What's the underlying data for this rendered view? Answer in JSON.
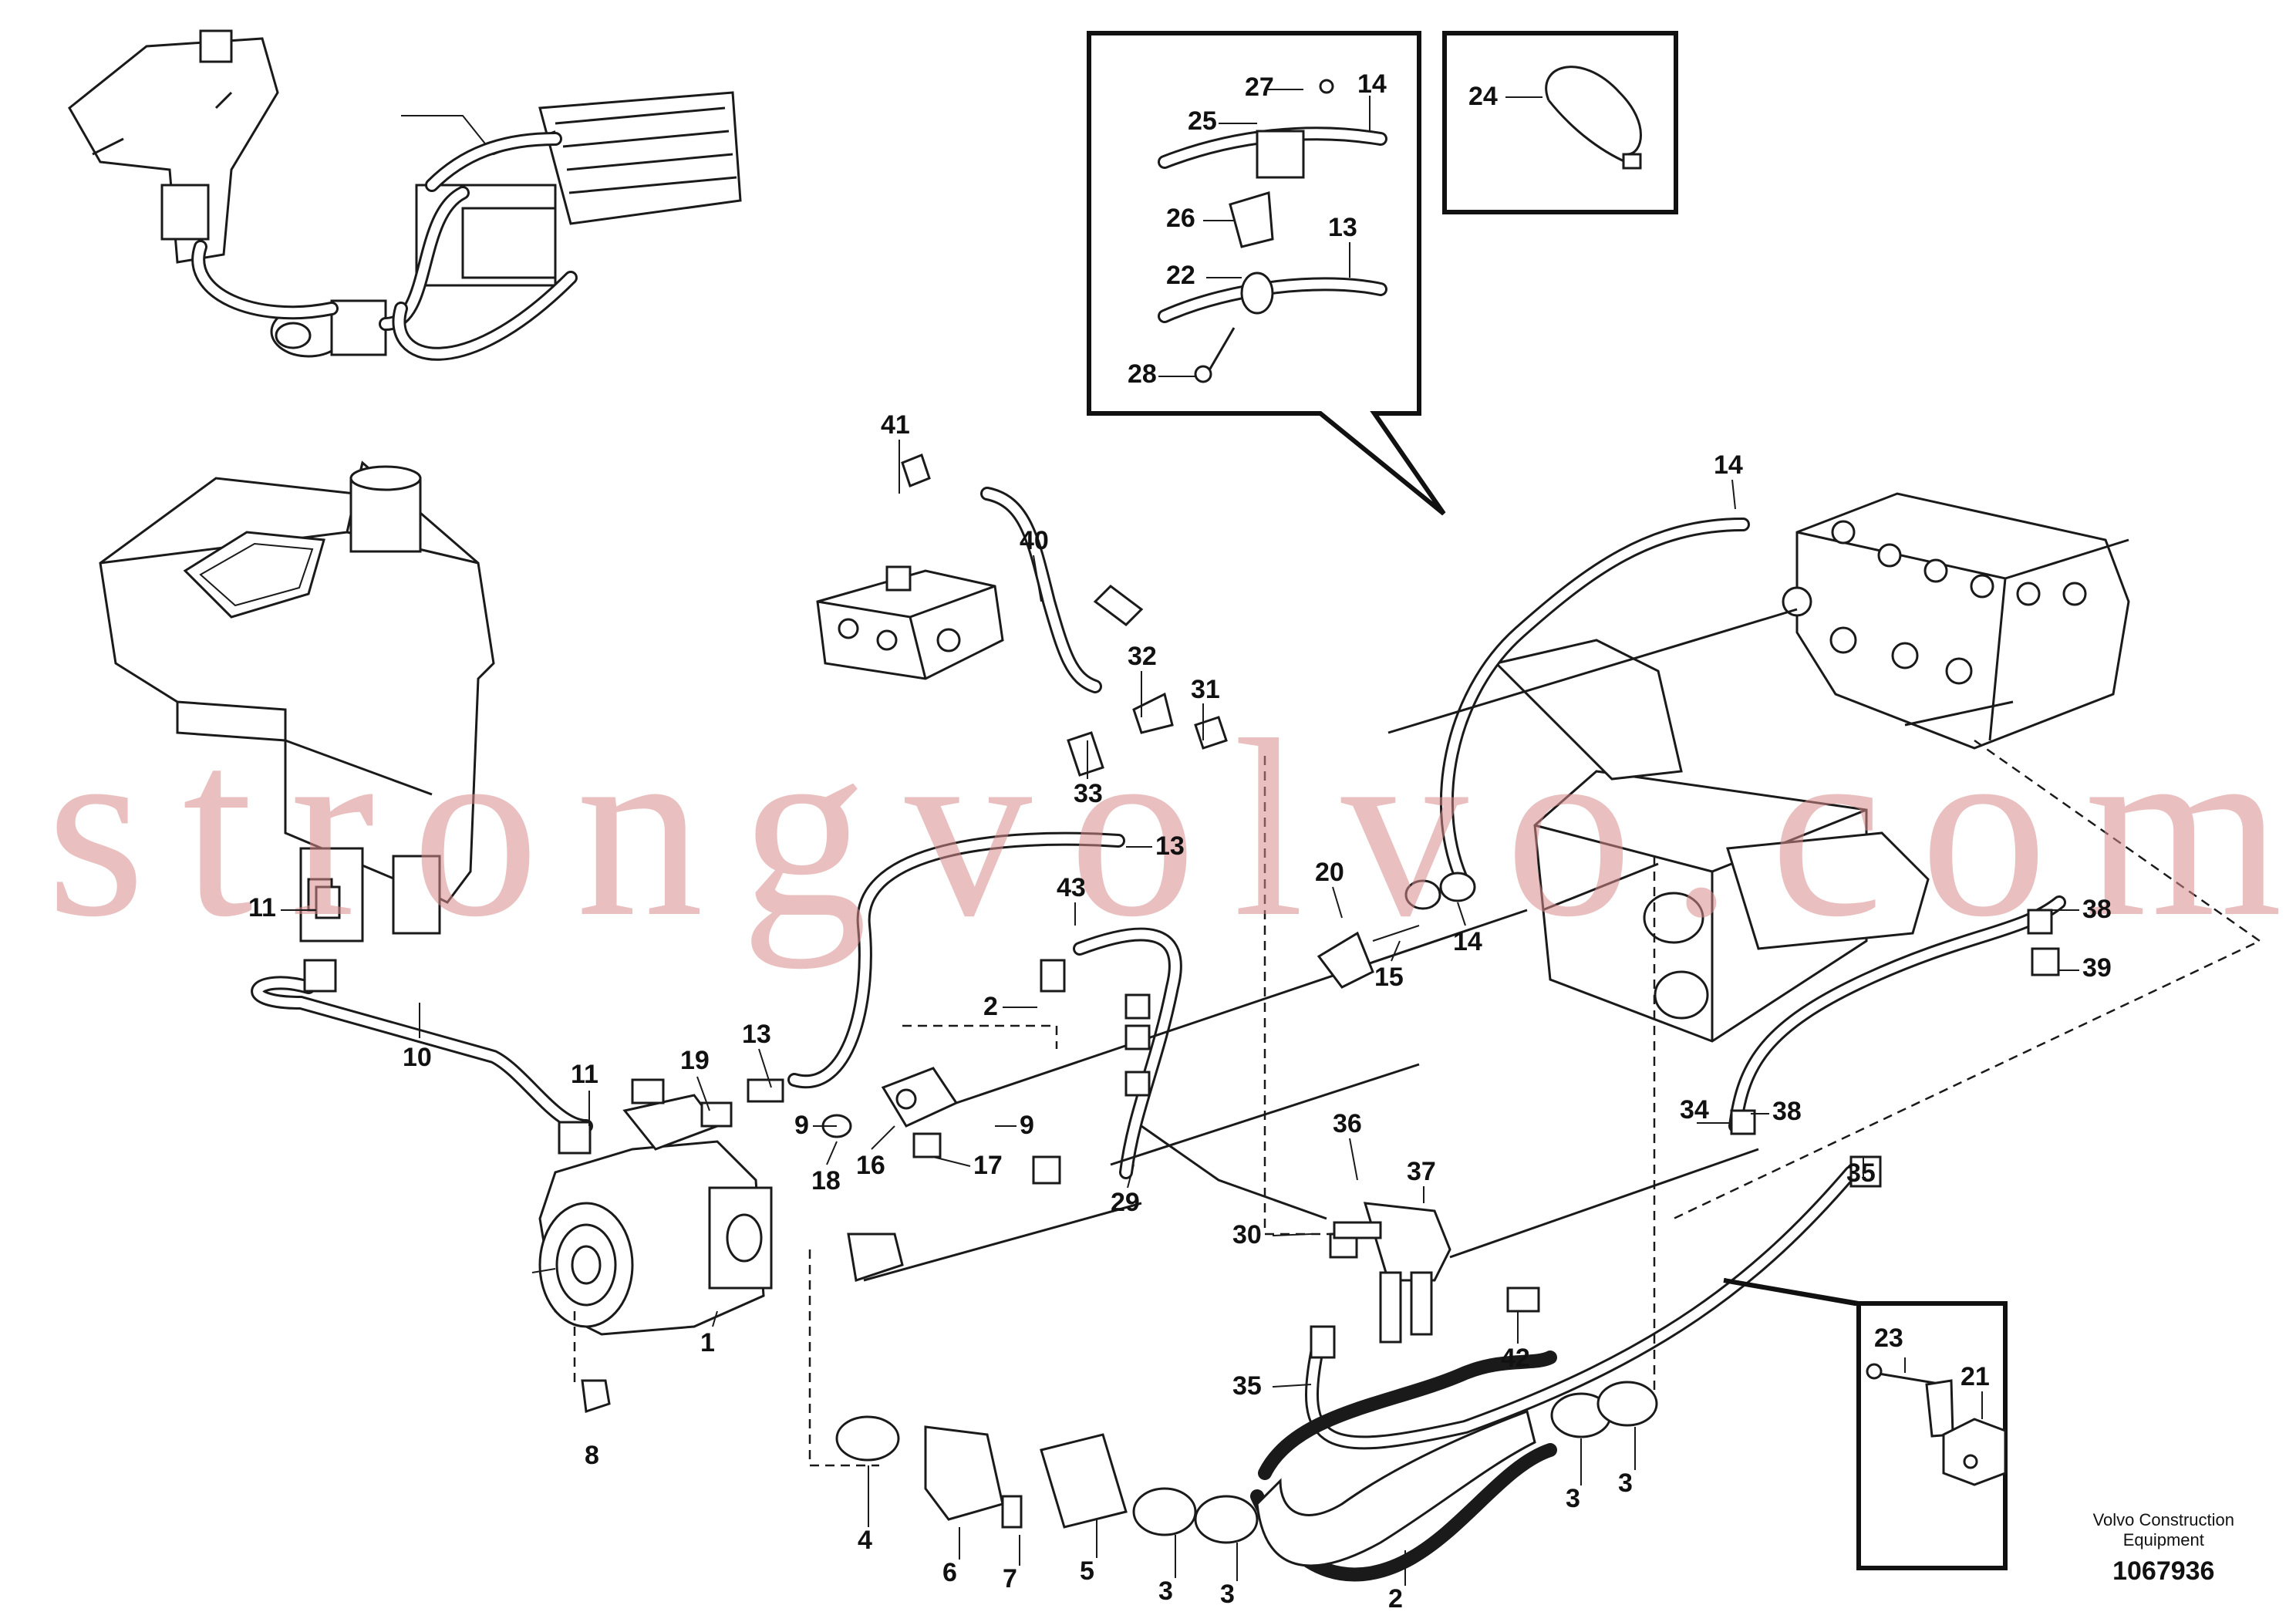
{
  "figure": {
    "credit_line1": "Volvo Construction",
    "credit_line2": "Equipment",
    "figure_number": "1067936",
    "watermark": "strongvolvo.com"
  },
  "callouts": [
    {
      "id": "c41",
      "label": "41"
    },
    {
      "id": "c40",
      "label": "40"
    },
    {
      "id": "c32",
      "label": "32"
    },
    {
      "id": "c31",
      "label": "31"
    },
    {
      "id": "c33",
      "label": "33"
    },
    {
      "id": "c13a",
      "label": "13"
    },
    {
      "id": "c43",
      "label": "43"
    },
    {
      "id": "c11a",
      "label": "11"
    },
    {
      "id": "c10",
      "label": "10"
    },
    {
      "id": "c11b",
      "label": "11"
    },
    {
      "id": "c19",
      "label": "19"
    },
    {
      "id": "c13b",
      "label": "13"
    },
    {
      "id": "c2a",
      "label": "2"
    },
    {
      "id": "c9a",
      "label": "9"
    },
    {
      "id": "c9b",
      "label": "9"
    },
    {
      "id": "c18",
      "label": "18"
    },
    {
      "id": "c16",
      "label": "16"
    },
    {
      "id": "c17",
      "label": "17"
    },
    {
      "id": "c1",
      "label": "1"
    },
    {
      "id": "c8",
      "label": "8"
    },
    {
      "id": "c29",
      "label": "29"
    },
    {
      "id": "c20",
      "label": "20"
    },
    {
      "id": "c15",
      "label": "15"
    },
    {
      "id": "c14a",
      "label": "14"
    },
    {
      "id": "c14b",
      "label": "14"
    },
    {
      "id": "c36",
      "label": "36"
    },
    {
      "id": "c37",
      "label": "37"
    },
    {
      "id": "c30",
      "label": "30"
    },
    {
      "id": "c35a",
      "label": "35"
    },
    {
      "id": "c42",
      "label": "42"
    },
    {
      "id": "c34",
      "label": "34"
    },
    {
      "id": "c38a",
      "label": "38"
    },
    {
      "id": "c35b",
      "label": "35"
    },
    {
      "id": "c38b",
      "label": "38"
    },
    {
      "id": "c39",
      "label": "39"
    },
    {
      "id": "c4",
      "label": "4"
    },
    {
      "id": "c6",
      "label": "6"
    },
    {
      "id": "c7",
      "label": "7"
    },
    {
      "id": "c5",
      "label": "5"
    },
    {
      "id": "c3a",
      "label": "3"
    },
    {
      "id": "c3b",
      "label": "3"
    },
    {
      "id": "c2b",
      "label": "2"
    },
    {
      "id": "c3c",
      "label": "3"
    },
    {
      "id": "c3d",
      "label": "3"
    },
    {
      "id": "c27",
      "label": "27"
    },
    {
      "id": "c14c",
      "label": "14"
    },
    {
      "id": "c25",
      "label": "25"
    },
    {
      "id": "c26",
      "label": "26"
    },
    {
      "id": "c13c",
      "label": "13"
    },
    {
      "id": "c22",
      "label": "22"
    },
    {
      "id": "c28",
      "label": "28"
    },
    {
      "id": "c24",
      "label": "24"
    },
    {
      "id": "c23",
      "label": "23"
    },
    {
      "id": "c21",
      "label": "21"
    }
  ]
}
